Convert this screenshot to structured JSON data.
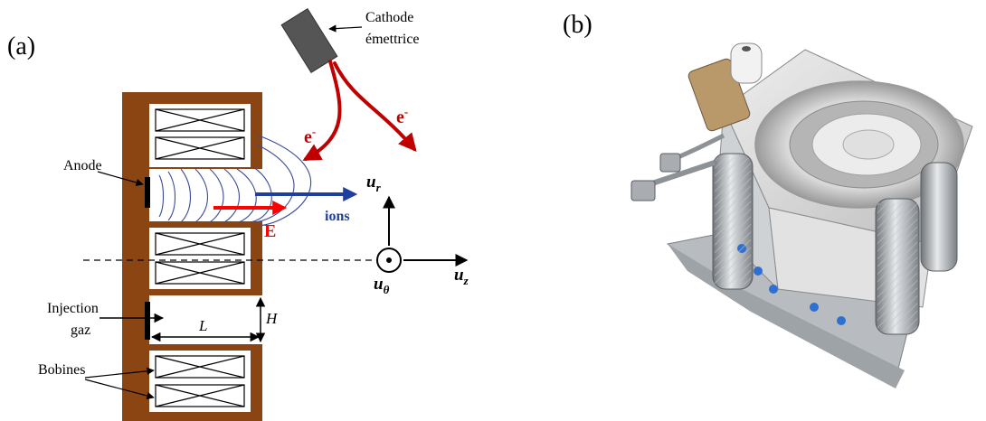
{
  "panel_a": {
    "label": "(a)",
    "cathode_line1": "Cathode",
    "cathode_line2": "émettrice",
    "electron_main": "e",
    "electron_sup": "-",
    "anode": "Anode",
    "ions": "ions",
    "field": "E",
    "injection_line1": "Injection",
    "injection_line2": "gaz",
    "dim_L": "L",
    "dim_H": "H",
    "coils": "Bobines",
    "axis_r_main": "u",
    "axis_r_sub": "r",
    "axis_z_main": "u",
    "axis_z_sub": "z",
    "axis_theta_main": "u",
    "axis_theta_sub": "θ"
  },
  "panel_b": {
    "label": "(b)"
  },
  "colors": {
    "wall": "#8b4513",
    "electron": "#c00000",
    "ions": "#1f3fa0",
    "field": "#ff0000",
    "fieldlines": "#3a4a9a",
    "cathode": "#555555"
  }
}
